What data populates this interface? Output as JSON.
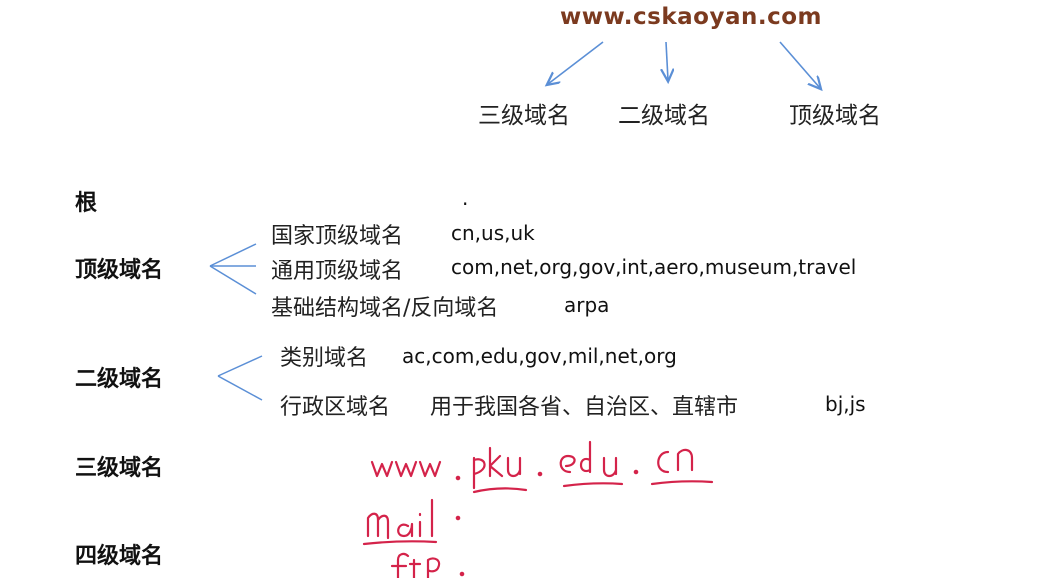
{
  "url": "www.cskaoyan.com",
  "url_parts": [
    "三级域名",
    "二级域名",
    "顶级域名"
  ],
  "root": {
    "label": "根",
    "symbol": "."
  },
  "top_level": {
    "label": "顶级域名",
    "items": [
      {
        "name": "国家顶级域名",
        "value": "cn,us,uk"
      },
      {
        "name": "通用顶级域名",
        "value": "com,net,org,gov,int,aero,museum,travel"
      },
      {
        "name": "基础结构域名/反向域名",
        "value": "arpa"
      }
    ]
  },
  "second_level": {
    "label": "二级域名",
    "items": [
      {
        "name": "类别域名",
        "value": "ac,com,edu,gov,mil,net,org"
      },
      {
        "name": "行政区域名",
        "desc": "用于我国各省、自治区、直辖市",
        "value": "bj,js"
      }
    ]
  },
  "third_level": {
    "label": "三级域名"
  },
  "fourth_level": {
    "label": "四级域名"
  },
  "handwriting": [
    "www . pku . edu . cn",
    "mail .",
    "ftp ."
  ],
  "colors": {
    "title": "#7b3a1f",
    "arrows": "#5b8fd6",
    "handwriting": "#d4234a"
  }
}
